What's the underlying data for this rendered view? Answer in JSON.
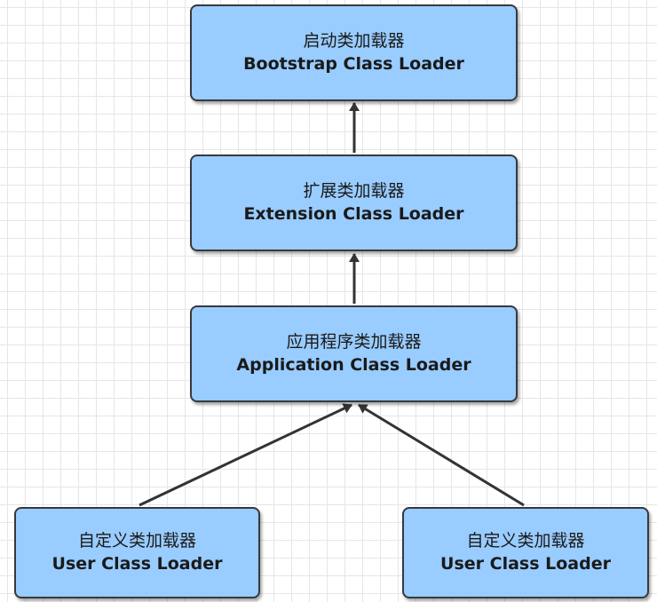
{
  "nodes": {
    "bootstrap": {
      "zh": "启动类加载器",
      "en": "Bootstrap Class Loader"
    },
    "extension": {
      "zh": "扩展类加载器",
      "en": "Extension Class Loader"
    },
    "application": {
      "zh": "应用程序类加载器",
      "en": "Application Class Loader"
    },
    "user_1": {
      "zh": "自定义类加载器",
      "en": "User Class Loader"
    },
    "user_2": {
      "zh": "自定义类加载器",
      "en": "User Class Loader"
    }
  },
  "edges": [
    {
      "from": "extension",
      "to": "bootstrap"
    },
    {
      "from": "application",
      "to": "extension"
    },
    {
      "from": "user_1",
      "to": "application"
    },
    {
      "from": "user_2",
      "to": "application"
    }
  ],
  "colors": {
    "node_fill": "#99ccff",
    "node_border": "#36393d",
    "edge": "#333333"
  }
}
